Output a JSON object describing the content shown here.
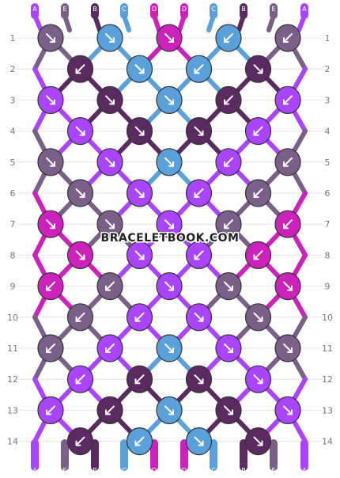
{
  "watermark": "BRACELETBOOK.COM",
  "colors": {
    "A": "#aa44ff",
    "B": "#5a2a60",
    "C": "#5aa0da",
    "D": "#cc22bb",
    "E": "#7a6088"
  },
  "strands_top": [
    "A",
    "E",
    "B",
    "C",
    "D",
    "D",
    "C",
    "B",
    "E",
    "A"
  ],
  "strands_bottom": [
    "A",
    "E",
    "B",
    "C",
    "D",
    "D",
    "C",
    "B",
    "E",
    "A"
  ],
  "row_labels": [
    "1",
    "2",
    "3",
    "4",
    "5",
    "6",
    "7",
    "8",
    "9",
    "10",
    "11",
    "12",
    "13",
    "14"
  ],
  "knots": [
    [
      {
        "c": "E",
        "d": "r"
      },
      {
        "c": "C",
        "d": "r"
      },
      {
        "c": "D",
        "d": "r"
      },
      {
        "c": "C",
        "d": "l"
      },
      {
        "c": "E",
        "d": "l"
      }
    ],
    [
      {
        "c": "B",
        "d": "l"
      },
      {
        "c": "C",
        "d": "r"
      },
      {
        "c": "C",
        "d": "l"
      },
      {
        "c": "B",
        "d": "r"
      }
    ],
    [
      {
        "c": "A",
        "d": "r"
      },
      {
        "c": "B",
        "d": "r"
      },
      {
        "c": "C",
        "d": "r"
      },
      {
        "c": "B",
        "d": "l"
      },
      {
        "c": "A",
        "d": "l"
      }
    ],
    [
      {
        "c": "A",
        "d": "r"
      },
      {
        "c": "B",
        "d": "r"
      },
      {
        "c": "B",
        "d": "r"
      },
      {
        "c": "A",
        "d": "l"
      }
    ],
    [
      {
        "c": "E",
        "d": "r"
      },
      {
        "c": "A",
        "d": "r"
      },
      {
        "c": "C",
        "d": "r"
      },
      {
        "c": "A",
        "d": "l"
      },
      {
        "c": "E",
        "d": "l"
      }
    ],
    [
      {
        "c": "E",
        "d": "r"
      },
      {
        "c": "A",
        "d": "r"
      },
      {
        "c": "A",
        "d": "l"
      },
      {
        "c": "E",
        "d": "l"
      }
    ],
    [
      {
        "c": "D",
        "d": "r"
      },
      {
        "c": "E",
        "d": "r"
      },
      {
        "c": "A",
        "d": "r"
      },
      {
        "c": "E",
        "d": "l"
      },
      {
        "c": "D",
        "d": "l"
      }
    ],
    [
      {
        "c": "D",
        "d": "r"
      },
      {
        "c": "A",
        "d": "r"
      },
      {
        "c": "A",
        "d": "l"
      },
      {
        "c": "D",
        "d": "l"
      }
    ],
    [
      {
        "c": "D",
        "d": "l"
      },
      {
        "c": "E",
        "d": "l"
      },
      {
        "c": "A",
        "d": "r"
      },
      {
        "c": "E",
        "d": "r"
      },
      {
        "c": "D",
        "d": "r"
      }
    ],
    [
      {
        "c": "E",
        "d": "l"
      },
      {
        "c": "A",
        "d": "l"
      },
      {
        "c": "A",
        "d": "r"
      },
      {
        "c": "E",
        "d": "r"
      }
    ],
    [
      {
        "c": "E",
        "d": "l"
      },
      {
        "c": "A",
        "d": "l"
      },
      {
        "c": "C",
        "d": "r"
      },
      {
        "c": "A",
        "d": "r"
      },
      {
        "c": "E",
        "d": "r"
      }
    ],
    [
      {
        "c": "A",
        "d": "l"
      },
      {
        "c": "B",
        "d": "l"
      },
      {
        "c": "B",
        "d": "r"
      },
      {
        "c": "A",
        "d": "r"
      }
    ],
    [
      {
        "c": "A",
        "d": "l"
      },
      {
        "c": "B",
        "d": "l"
      },
      {
        "c": "C",
        "d": "r"
      },
      {
        "c": "B",
        "d": "r"
      },
      {
        "c": "A",
        "d": "r"
      }
    ],
    [
      {
        "c": "B",
        "d": "l"
      },
      {
        "c": "C",
        "d": "l"
      },
      {
        "c": "C",
        "d": "r"
      },
      {
        "c": "B",
        "d": "r"
      }
    ]
  ]
}
